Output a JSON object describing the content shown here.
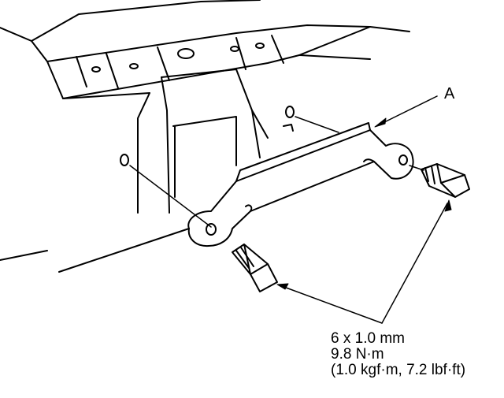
{
  "diagram": {
    "callout_a": "A",
    "fastener_spec": {
      "size": "6 x 1.0 mm",
      "torque_nm": "9.8 N·m",
      "torque_alt": "(1.0 kgf·m, 7.2 lbf·ft)"
    },
    "line_color": "#000000",
    "background": "#ffffff"
  }
}
